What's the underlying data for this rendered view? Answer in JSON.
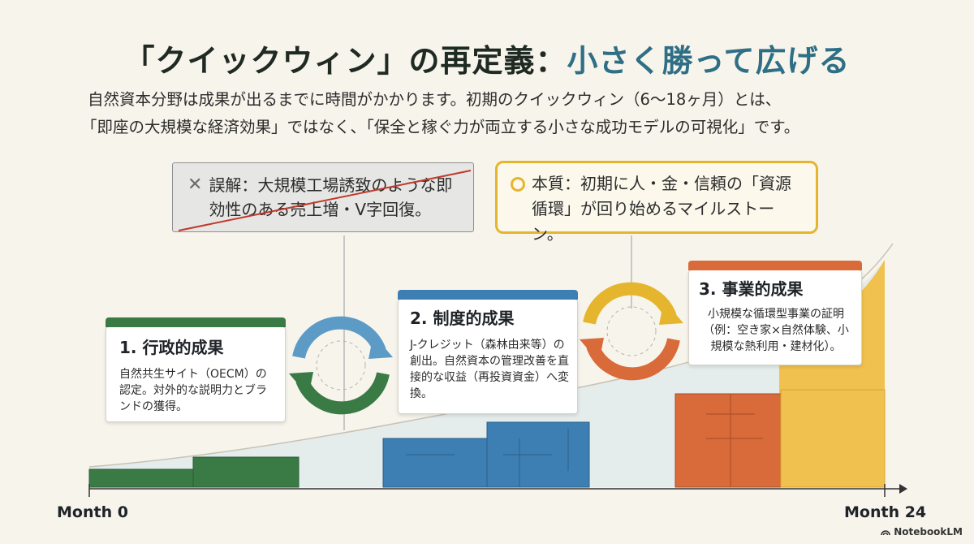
{
  "title": {
    "part1": "「クイックウィン」の再定義：",
    "part2": "小さく勝って広げる"
  },
  "lead": {
    "line1": "自然資本分野は成果が出るまでに時間がかかります。初期のクイックウィン（6〜18ヶ月）とは、",
    "line2": "「即座の大規模な経済効果」ではなく、「保全と稼ぐ力が両立する小さな成功モデルの可視化」です。"
  },
  "misconception": {
    "icon": "x-icon",
    "line1": "誤解：大規模工場誘致のような即",
    "line2": "効性のある売上増・V字回復。"
  },
  "essence": {
    "icon": "circle-icon",
    "line1": "本質：初期に人・金・信頼の「資源",
    "line2": "循環」が回り始めるマイルストーン。"
  },
  "stages": [
    {
      "title": "1. 行政的成果",
      "body": "自然共生サイト（OECM）の認定。対外的な説明力とブランドの獲得。",
      "color": "#3a7a44"
    },
    {
      "title": "2. 制度的成果",
      "body": "J-クレジット（森林由来等）の創出。自然資本の管理改善を直接的な収益（再投資資金）へ変換。",
      "color": "#3d7fb3"
    },
    {
      "title": "3. 事業的成果",
      "body": "小規模な循環型事業の証明（例：空き家×自然体験、小規模な熱利用・建材化）。",
      "color": "#d96a3a"
    }
  ],
  "axis": {
    "start": "Month 0",
    "end": "Month 24"
  },
  "logo": "NotebookLM"
}
